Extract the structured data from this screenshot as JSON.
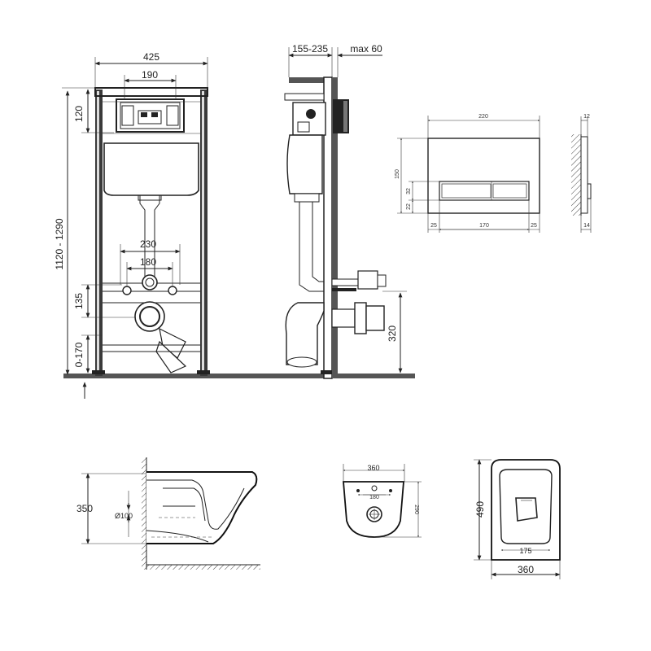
{
  "frame_dims": {
    "width_total": "425",
    "width_top": "190",
    "top_offset": "120",
    "height_range": "1120 - 1290",
    "pipe_spacing_outer": "230",
    "pipe_spacing_inner": "180",
    "outlet_height": "135",
    "floor_offset": "0-170"
  },
  "side_dims": {
    "depth_range": "155-235",
    "max_wall": "max 60",
    "outlet_level": "320"
  },
  "plate_dims": {
    "width": "220",
    "height": "150",
    "button_h": "32",
    "bottom": "22",
    "left": "25",
    "button_w": "170",
    "right": "25",
    "depth_top": "12",
    "depth_bottom": "14"
  },
  "bowl_side_dims": {
    "height": "350",
    "pipe": "Ø100"
  },
  "bowl_back_dims": {
    "width": "360",
    "center": "180",
    "depth": "290"
  },
  "bowl_top_dims": {
    "length": "490",
    "inner": "175",
    "width": "360"
  },
  "colors": {
    "line": "#222222",
    "frame": "#3a3a3a",
    "floor": "#555555"
  }
}
